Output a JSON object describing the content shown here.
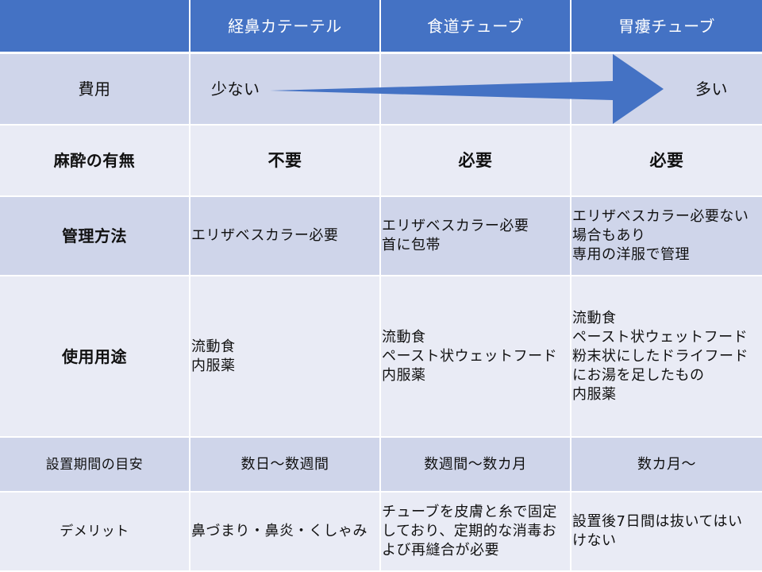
{
  "header": {
    "corner": "",
    "col1": "経鼻カテーテル",
    "col2": "食道チューブ",
    "col3": "胃瘻チューブ"
  },
  "colors": {
    "header_bg": "#4472c4",
    "band_dark": "#cfd5ea",
    "band_light": "#e9ebf5",
    "arrow": "#4472c4"
  },
  "rows": {
    "cost": {
      "label": "費用",
      "low": "少ない",
      "high": "多い"
    },
    "anesthesia": {
      "label": "麻酔の有無",
      "col1": "不要",
      "col2": "必要",
      "col3": "必要"
    },
    "management": {
      "label": "管理方法",
      "col1": "エリザベスカラー必要",
      "col2": "エリザベスカラー必要\n首に包帯",
      "col3": "エリザベスカラー必要ない\n場合もあり\n専用の洋服で管理"
    },
    "usage": {
      "label": "使用用途",
      "col1": "流動食\n内服薬",
      "col2": "流動食\nペースト状ウェットフード\n内服薬",
      "col3": "流動食\nペースト状ウェットフード\n粉末状にしたドライフード\nにお湯を足したもの\n内服薬"
    },
    "period": {
      "label": "設置期間の目安",
      "col1": "数日～数週間",
      "col2": "数週間～数カ月",
      "col3": "数カ月～"
    },
    "demerit": {
      "label": "デメリット",
      "col1": "鼻づまり・鼻炎・くしゃみ",
      "col2": "チューブを皮膚と糸で固定\nしており、定期的な消毒お\nよび再縫合が必要",
      "col3": "設置後7日間は抜いてはい\nけない"
    }
  }
}
